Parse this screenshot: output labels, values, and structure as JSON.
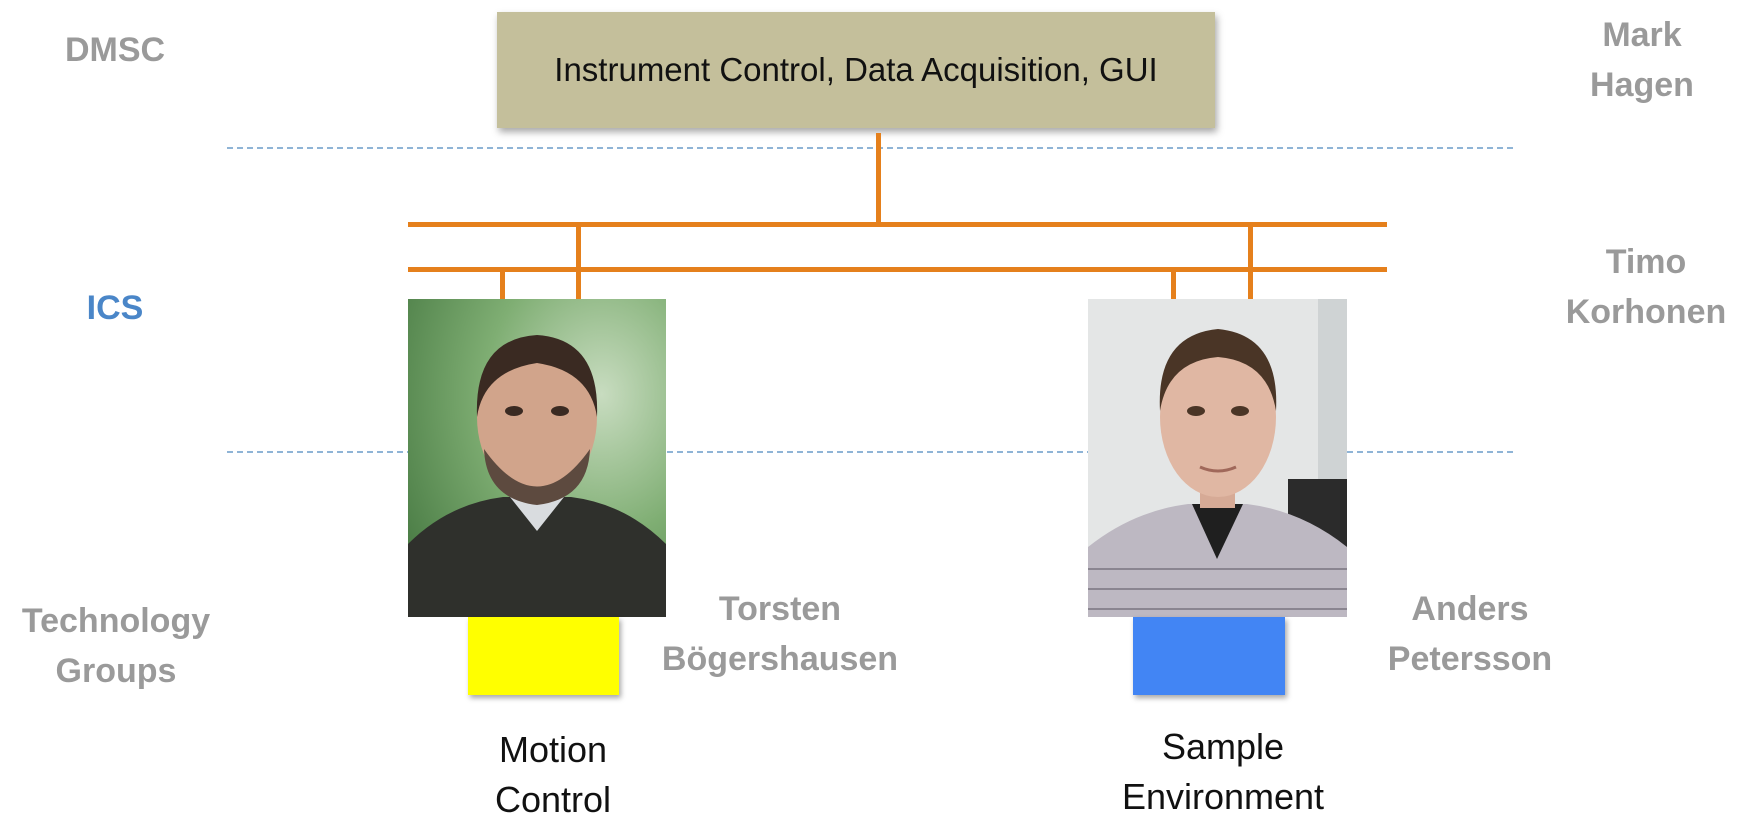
{
  "levels": {
    "dmsc": "DMSC",
    "ics": "ICS",
    "technology_groups": [
      "Technology",
      "Groups"
    ]
  },
  "top_box": {
    "label": "Instrument Control, Data Acquisition, GUI"
  },
  "people": {
    "dmsc_lead": [
      "Mark",
      "Hagen"
    ],
    "ics_lead": [
      "Timo",
      "Korhonen"
    ],
    "motion_lead": [
      "Torsten",
      "Bögershausen"
    ],
    "sample_lead": [
      "Anders",
      "Petersson"
    ]
  },
  "groups": [
    {
      "caption": [
        "Motion",
        "Control"
      ],
      "color": "#ffff00"
    },
    {
      "caption": [
        "Sample",
        "Environment"
      ],
      "color": "#4285f4"
    }
  ],
  "colors": {
    "level_label": "#9a9a9a",
    "ics_label": "#4a86c8",
    "connector": "#e5801c",
    "top_box": "#c4bf9b",
    "separator": "#8fb4d6"
  }
}
